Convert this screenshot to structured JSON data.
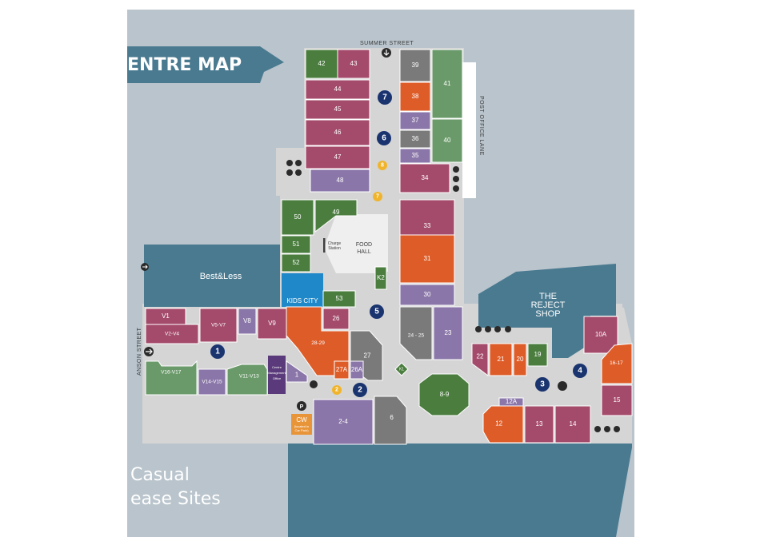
{
  "banner": {
    "title": "ENTRE MAP"
  },
  "streets": {
    "summer": "SUMMER STREET",
    "post_office": "POST OFFICE LANE",
    "anson": "ANSON STREET"
  },
  "legend": {
    "line1": "Casual",
    "line2": "ease Sites"
  },
  "anchors": {
    "best_and_less": "Best&Less",
    "reject_shop_1": "THE",
    "reject_shop_2": "REJECT",
    "reject_shop_3": "SHOP",
    "kids_city": "KIDS CITY",
    "food_hall_1": "FOOD",
    "food_hall_2": "HALL",
    "charge_station_1": "Charge",
    "charge_station_2": "Station",
    "centre_office_1": "Centre",
    "centre_office_2": "Management",
    "centre_office_3": "Office",
    "cw": "CW",
    "cw_sub1": "(located in",
    "cw_sub2": "Car Park)"
  },
  "shops": [
    {
      "id": "42"
    },
    {
      "id": "43"
    },
    {
      "id": "44"
    },
    {
      "id": "45"
    },
    {
      "id": "46"
    },
    {
      "id": "47"
    },
    {
      "id": "48"
    },
    {
      "id": "39"
    },
    {
      "id": "38"
    },
    {
      "id": "37"
    },
    {
      "id": "36"
    },
    {
      "id": "35"
    },
    {
      "id": "34"
    },
    {
      "id": "41"
    },
    {
      "id": "40"
    },
    {
      "id": "50"
    },
    {
      "id": "49"
    },
    {
      "id": "51"
    },
    {
      "id": "52"
    },
    {
      "id": "53"
    },
    {
      "id": "K2"
    },
    {
      "id": "33"
    },
    {
      "id": "31"
    },
    {
      "id": "30"
    },
    {
      "id": "24 - 25"
    },
    {
      "id": "23"
    },
    {
      "id": "V1"
    },
    {
      "id": "V2-V4"
    },
    {
      "id": "V5-V7"
    },
    {
      "id": "V8"
    },
    {
      "id": "V9"
    },
    {
      "id": "V16-V17"
    },
    {
      "id": "V14-V15"
    },
    {
      "id": "V11-V13"
    },
    {
      "id": "26"
    },
    {
      "id": "28-29"
    },
    {
      "id": "27"
    },
    {
      "id": "27A"
    },
    {
      "id": "26A"
    },
    {
      "id": "1"
    },
    {
      "id": "2-4"
    },
    {
      "id": "6"
    },
    {
      "id": "8-9"
    },
    {
      "id": "K1"
    },
    {
      "id": "22"
    },
    {
      "id": "21"
    },
    {
      "id": "20"
    },
    {
      "id": "19"
    },
    {
      "id": "10A"
    },
    {
      "id": "16-17"
    },
    {
      "id": "15"
    },
    {
      "id": "12A"
    },
    {
      "id": "12"
    },
    {
      "id": "13"
    },
    {
      "id": "14"
    }
  ],
  "markers": {
    "m1": "1",
    "m2": "2",
    "m3": "3",
    "m4": "4",
    "m5": "5",
    "m6": "6",
    "m7": "7",
    "y2": "2",
    "y7": "7",
    "y8": "8"
  },
  "colors": {
    "background": "#b9c4cc",
    "walkway": "#d5d5d5",
    "teal": "#4a7a90",
    "maroon": "#a44a6a",
    "green": "#4a7d3e",
    "sage": "#6a9a6a",
    "orange": "#de5c28",
    "purple": "#8a76a8",
    "gray": "#7a7a7a",
    "navy": "#1a3470",
    "yellow": "#f0b42c"
  }
}
